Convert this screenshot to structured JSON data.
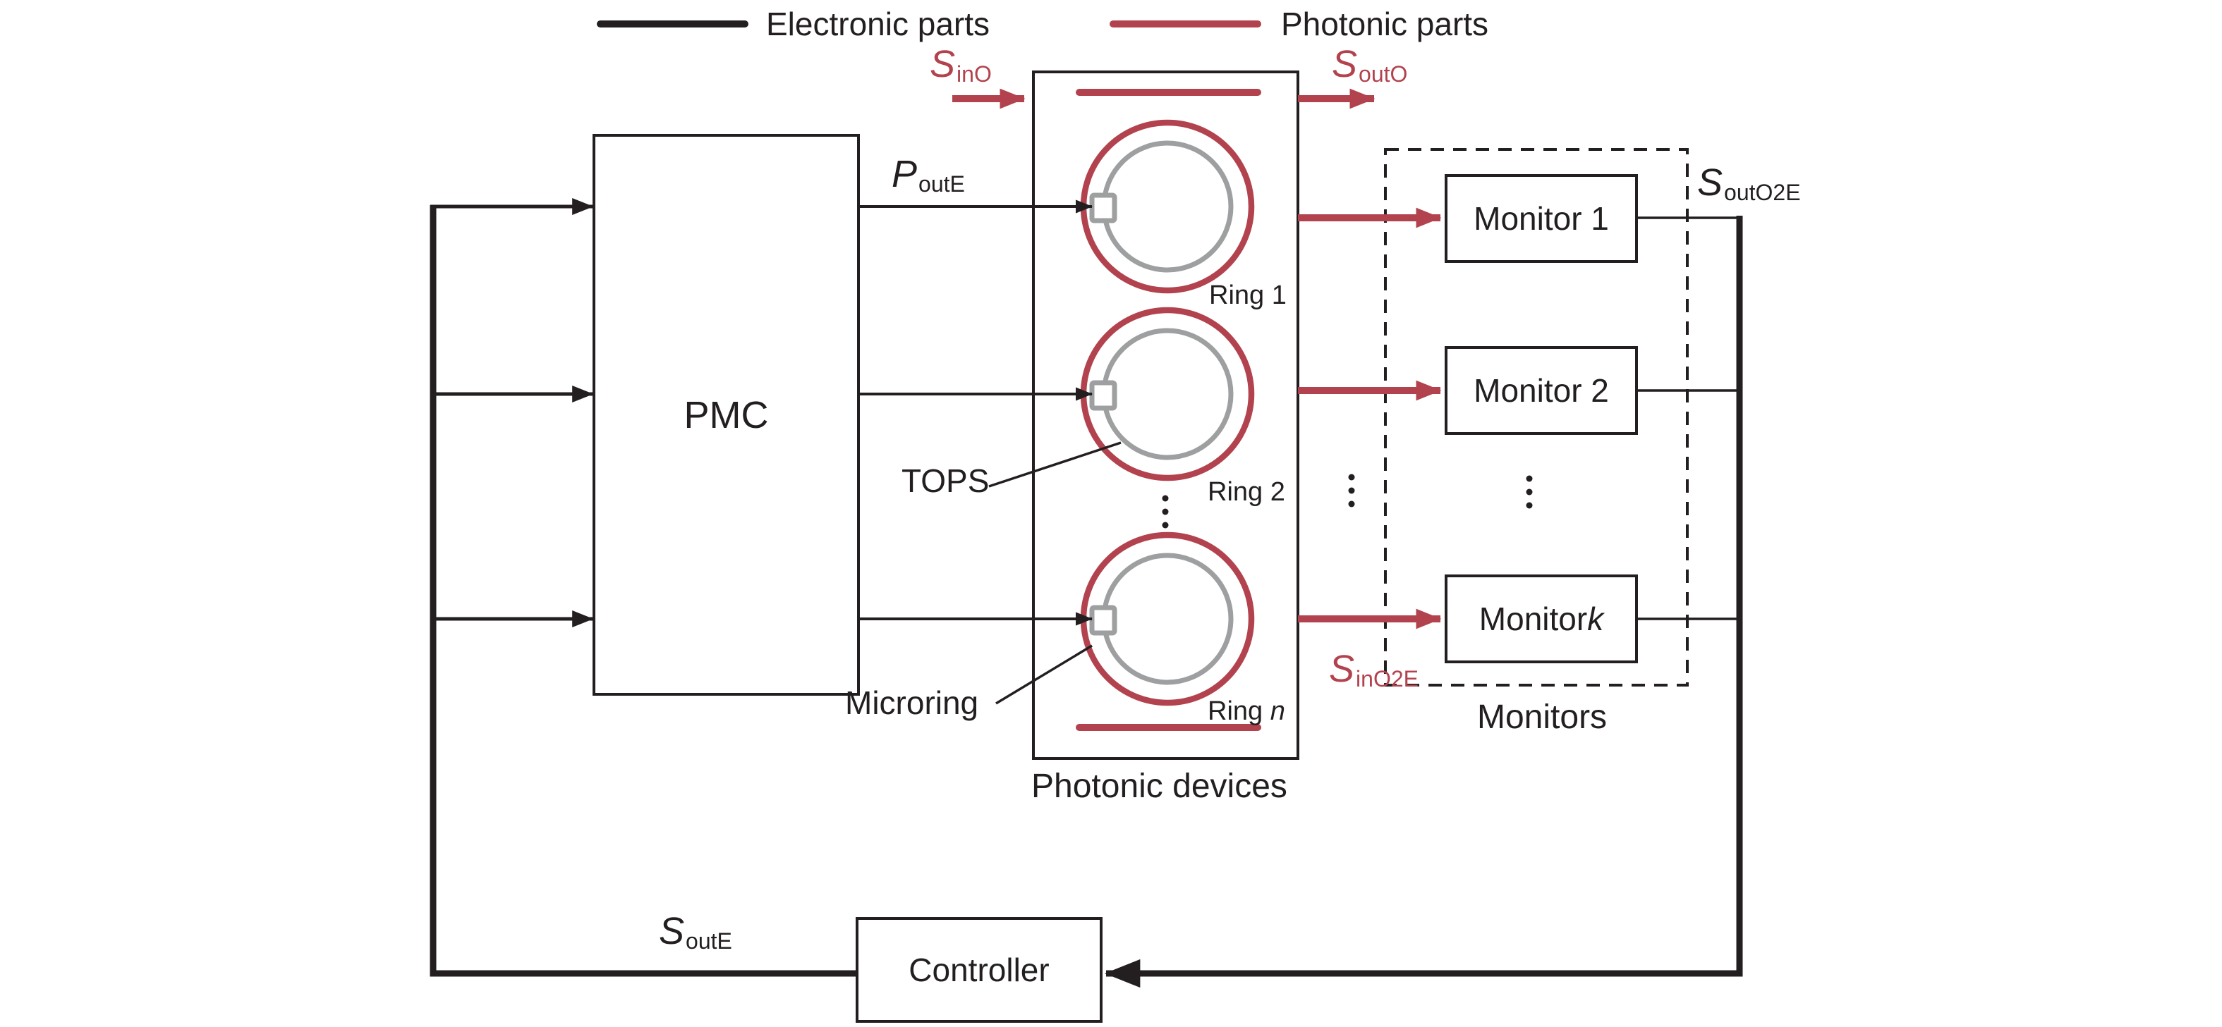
{
  "colors": {
    "ink": "#231f20",
    "red": "#b2434e",
    "gray": "#9d9fa0",
    "bg": "#ffffff"
  },
  "legend": {
    "electronic": "Electronic parts",
    "photonic": "Photonic parts"
  },
  "signals": {
    "sino": {
      "base": "S",
      "sub": "inO"
    },
    "souto": {
      "base": "S",
      "sub": "outO"
    },
    "poute": {
      "base": "P",
      "sub": "outE"
    },
    "souto2e": {
      "base": "S",
      "sub": "outO2E"
    },
    "sino2e": {
      "base": "S",
      "sub": "inO2E"
    },
    "soute": {
      "base": "S",
      "sub": "outE"
    }
  },
  "pmc": {
    "label": "PMC"
  },
  "controller": {
    "label": "Controller"
  },
  "photonic_devices": {
    "box_label": "Photonic devices",
    "ring1": "Ring 1",
    "ring2": "Ring 2",
    "ringn_prefix": "Ring ",
    "ringn_var": "n",
    "tops": "TOPS",
    "microring": "Microring"
  },
  "monitors": {
    "box_label": "Monitors",
    "m1": "Monitor 1",
    "m2": "Monitor 2",
    "mk_prefix": "Monitor ",
    "mk_var": "k"
  }
}
